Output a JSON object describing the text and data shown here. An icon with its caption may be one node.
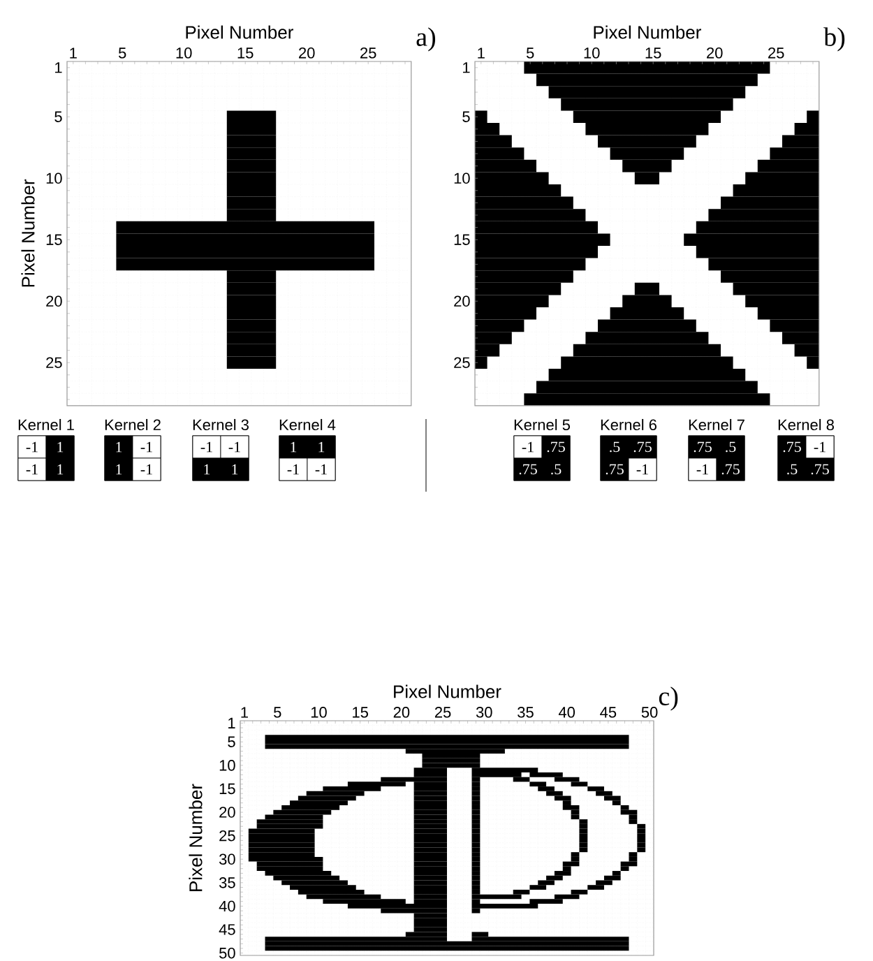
{
  "diagram": {
    "nodes": [
      {
        "text": [
          "Kernel 1",
          "-1",
          "1",
          "-1",
          "1"
        ]
      },
      {
        "text": [
          "Kernel 2",
          "1",
          "-1",
          "1",
          "-1"
        ]
      },
      {
        "text": [
          "Kernel 3",
          "-1",
          "-1",
          "1",
          "1"
        ]
      },
      {
        "text": [
          "Kernel 4",
          "1",
          "1",
          "-1",
          "-1"
        ]
      },
      {
        "text": [
          "Kernel 5",
          "-1",
          ".75",
          ".75",
          ".5"
        ]
      },
      {
        "text": [
          "Kernel 6",
          ".5",
          ".75",
          ".75",
          "-1"
        ]
      },
      {
        "text": [
          "Kernel 7",
          ".75",
          ".5",
          "-1",
          ".75"
        ]
      },
      {
        "text": [
          "Kernel 8",
          ".75",
          "-1",
          ".5",
          ".75"
        ]
      }
    ],
    "labels": [
      "Pixel Number",
      "1",
      "5",
      "10",
      "15",
      "20",
      "25",
      "a)",
      "Pixel Number",
      "1",
      "5",
      "10",
      "15",
      "20",
      "25",
      "Pixel Number",
      "1",
      "5",
      "10",
      "15",
      "20",
      "25",
      "b)",
      "1",
      "5",
      "10",
      "15",
      "20",
      "25",
      "Pixel Number",
      "1",
      "5",
      "10",
      "15",
      "20",
      "25",
      "30",
      "35",
      "40",
      "45",
      "50",
      "c)",
      "Pixel Number",
      "1",
      "5",
      "10",
      "15",
      "20",
      "25",
      "30",
      "35",
      "40",
      "45",
      "50"
    ]
  }
}
